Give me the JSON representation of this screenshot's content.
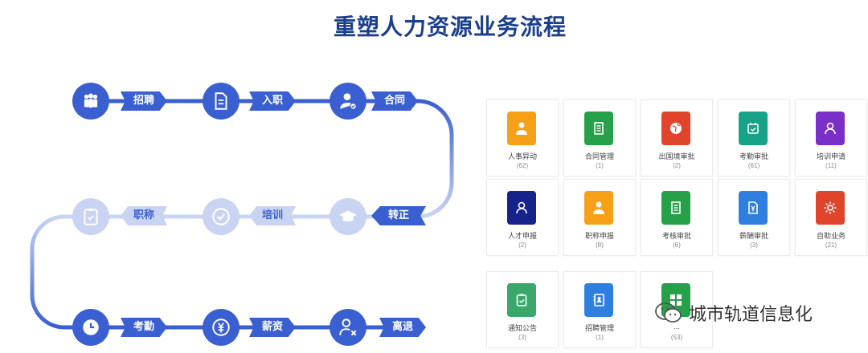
{
  "title": "重塑人力资源业务流程",
  "flow_steps": [
    {
      "label": "招聘",
      "icon": "group-icon"
    },
    {
      "label": "入职",
      "icon": "document-icon"
    },
    {
      "label": "合同",
      "icon": "user-check-icon"
    },
    {
      "label": "转正",
      "icon": "graduation-cap-icon"
    },
    {
      "label": "培训",
      "icon": "check-circle-icon"
    },
    {
      "label": "职称",
      "icon": "clipboard-icon"
    },
    {
      "label": "考勤",
      "icon": "clock-icon"
    },
    {
      "label": "薪资",
      "icon": "yuan-coin-icon"
    },
    {
      "label": "离退",
      "icon": "user-remove-icon"
    }
  ],
  "modules": [
    {
      "name": "人事异动",
      "count": "(62)",
      "color": "#f5a017",
      "icon": "person-icon"
    },
    {
      "name": "合同管理",
      "count": "(1)",
      "color": "#27a04a",
      "icon": "document-icon"
    },
    {
      "name": "出国境审批",
      "count": "(2)",
      "color": "#e0452b",
      "icon": "globe-icon"
    },
    {
      "name": "考勤审批",
      "count": "(61)",
      "color": "#17a38a",
      "icon": "calendar-check-icon"
    },
    {
      "name": "培训申请",
      "count": "(11)",
      "color": "#7b2fc9",
      "icon": "people-icon"
    },
    {
      "name": "人才申报",
      "count": "(2)",
      "color": "#17238a",
      "icon": "people-icon"
    },
    {
      "name": "职称申报",
      "count": "(8)",
      "color": "#f5a017",
      "icon": "person-icon"
    },
    {
      "name": "考核审批",
      "count": "(6)",
      "color": "#27a04a",
      "icon": "document-icon"
    },
    {
      "name": "薪酬审批",
      "count": "(3)",
      "color": "#2f7fe0",
      "icon": "money-doc-icon"
    },
    {
      "name": "自助业务",
      "count": "(21)",
      "color": "#e0452b",
      "icon": "gear-icon"
    },
    {
      "name": "通知公告",
      "count": "(3)",
      "color": "#3aa86a",
      "icon": "clipboard-icon"
    },
    {
      "name": "招聘管理",
      "count": "(1)",
      "color": "#2f7fe0",
      "icon": "contact-book-icon"
    },
    {
      "name": "...",
      "count": "(53)",
      "color": "#27a04a",
      "icon": "grid-icon"
    }
  ],
  "watermark": "城市轨道信息化"
}
